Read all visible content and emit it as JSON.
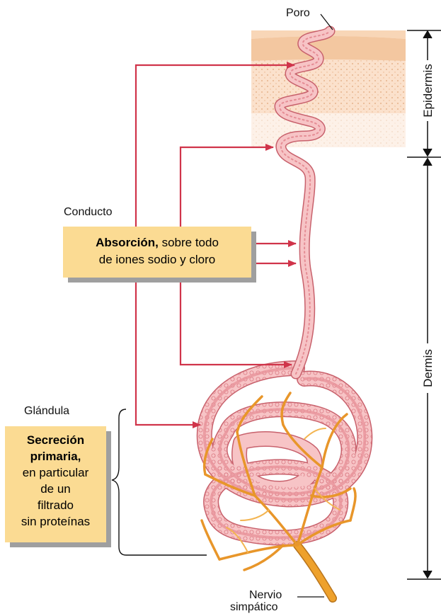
{
  "labels": {
    "pore": "Poro",
    "duct": "Conducto",
    "gland": "Glándula",
    "nerve_line1": "Nervio",
    "nerve_line2": "simpático",
    "epidermis": "Epidermis",
    "dermis": "Dermis"
  },
  "absorption_box": {
    "bold": "Absorción,",
    "line1_rest": " sobre todo",
    "line2": "de iones sodio y cloro"
  },
  "secretion_box": {
    "bold_line1": "Secreción",
    "bold_line2": "primaria,",
    "line3": "en particular",
    "line4": "de un",
    "line5": "filtrado",
    "line6": "sin proteínas"
  },
  "colors": {
    "arrow": "#d0344a",
    "box_fill": "#fbdb93",
    "box_shadow": "#9f9f9f",
    "skin_top": "#f3c7a0",
    "skin_body": "#fbe1cc",
    "duct_fill": "#f7c4c6",
    "duct_edge": "#c8616c",
    "nerve": "#eea12c"
  }
}
